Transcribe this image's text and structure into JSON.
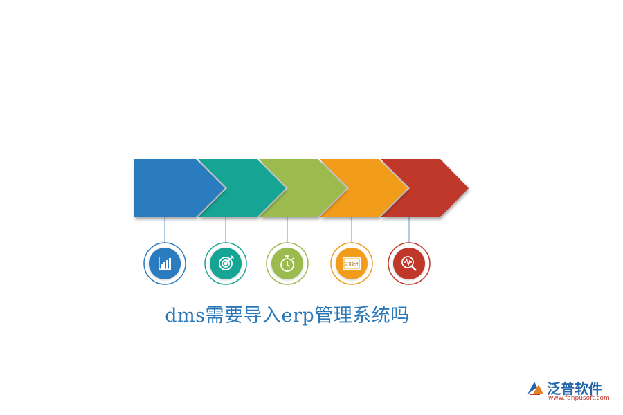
{
  "title": "dms需要导入erp管理系统吗",
  "steps": [
    {
      "color": "#2a7bbf",
      "icon": "bar-chart-icon"
    },
    {
      "color": "#17a595",
      "icon": "target-icon"
    },
    {
      "color": "#9bbb50",
      "icon": "stopwatch-icon"
    },
    {
      "color": "#f29c1c",
      "icon": "certificate-icon",
      "icon_text": "泛普软件"
    },
    {
      "color": "#c0392b",
      "icon": "magnifier-pulse-icon"
    }
  ],
  "logo": {
    "name": "泛普软件",
    "url": "www.fanpusoft.com",
    "icon": "fanpu-logo-icon"
  }
}
